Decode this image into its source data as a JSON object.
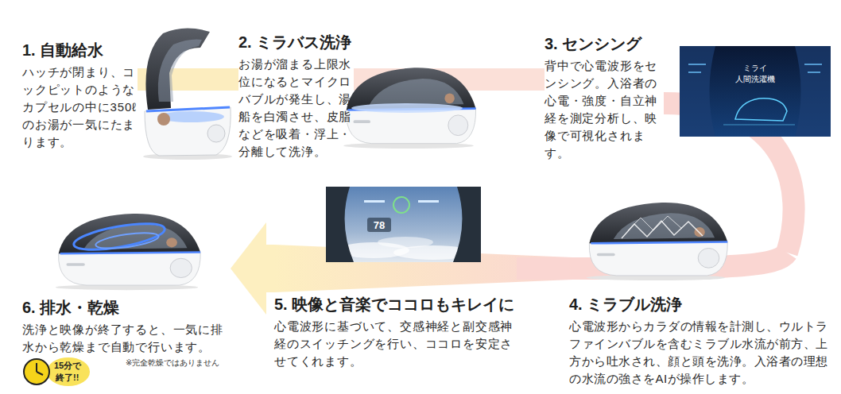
{
  "diagram": {
    "nodes": [
      {
        "text": [
          "1. 自動給水",
          "ハッチが閉まり、コックピットのようなカプセルの中に350ℓのお湯が一気にたまります。"
        ]
      },
      {
        "text": [
          "2. ミラバス洗浄",
          "お湯が溜まる上限水位になるとマイクロバブルが発生し、湯船を白濁させ、皮脂などを吸着・浮上・分離して洗浄。"
        ]
      },
      {
        "text": [
          "3. センシング",
          "背中で心電波形をセンシング。入浴者の心電・強度・自立神経を測定分析し、映像で可視化されます。"
        ]
      },
      {
        "text": [
          "4. ミラブル洗浄",
          "心電波形からカラダの情報を計測し、ウルトラファインバブルを含むミラブル水流が前方、上方から吐水され、顔と頭を洗浄。入浴者の理想の水流の強さをAIが操作します。"
        ]
      },
      {
        "text": [
          "5. 映像と音楽でココロもキレイに",
          "心電波形に基づいて、交感神経と副交感神経のスイッチングを行い、ココロを安定させてくれます。"
        ]
      },
      {
        "text": [
          "6. 排水・乾燥",
          "洗浄と映像が終了すると、一気に排水から乾燥まで自動で行います。"
        ]
      }
    ],
    "edges": [
      {
        "from": 0,
        "to": 1,
        "arrow": "none"
      },
      {
        "from": 1,
        "to": 2,
        "arrow": "none"
      },
      {
        "from": 2,
        "to": 3,
        "arrow": "none"
      },
      {
        "from": 3,
        "to": 4,
        "arrow": "none"
      },
      {
        "from": 4,
        "to": 5,
        "arrow": "to"
      }
    ],
    "labels": [
      "ミライ",
      "人間洗濯機",
      "78",
      "※完全乾燥ではありません",
      "15分で",
      "終了!!"
    ]
  }
}
